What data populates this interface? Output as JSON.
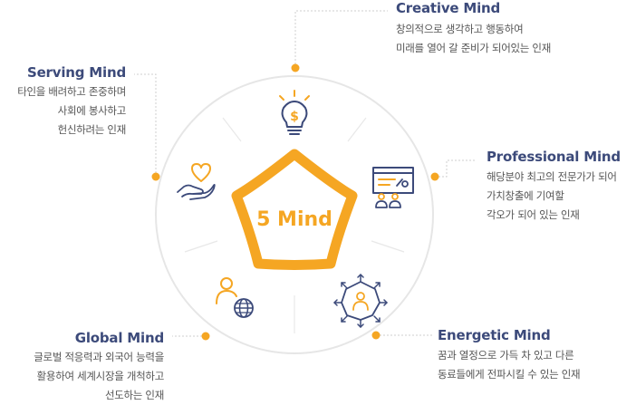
{
  "center_label": "5 Mind",
  "colors": {
    "accent": "#f5a623",
    "navy": "#3c4a7a",
    "text": "#555555",
    "ring": "#e6e6e6"
  },
  "minds": [
    {
      "id": "creative",
      "title": "Creative Mind",
      "lines": [
        "창의적으로 생각하고 행동하여",
        "미래를 열어 갈 준비가 되어있는 인재"
      ],
      "icon": "lightbulb-dollar-icon"
    },
    {
      "id": "professional",
      "title": "Professional Mind",
      "lines": [
        "해당분야 최고의 전문가가 되어",
        "가치창출에 기여할",
        "각오가 되어 있는 인재"
      ],
      "icon": "presentation-board-icon"
    },
    {
      "id": "energetic",
      "title": "Energetic Mind",
      "lines": [
        "꿈과 열정으로 가득 차 있고 다른",
        "동료들에게 전파시킬 수 있는 인재"
      ],
      "icon": "person-radiating-arrows-icon"
    },
    {
      "id": "global",
      "title": "Global Mind",
      "lines": [
        "글로벌 적응력과 외국어 능력을",
        "활용하여 세계시장을 개척하고",
        "선도하는 인재"
      ],
      "icon": "person-globe-icon"
    },
    {
      "id": "serving",
      "title": "Serving Mind",
      "lines": [
        "타인을 배려하고 존중하며",
        "사회에 봉사하고",
        "헌신하려는 인재"
      ],
      "icon": "heart-hand-icon"
    }
  ]
}
